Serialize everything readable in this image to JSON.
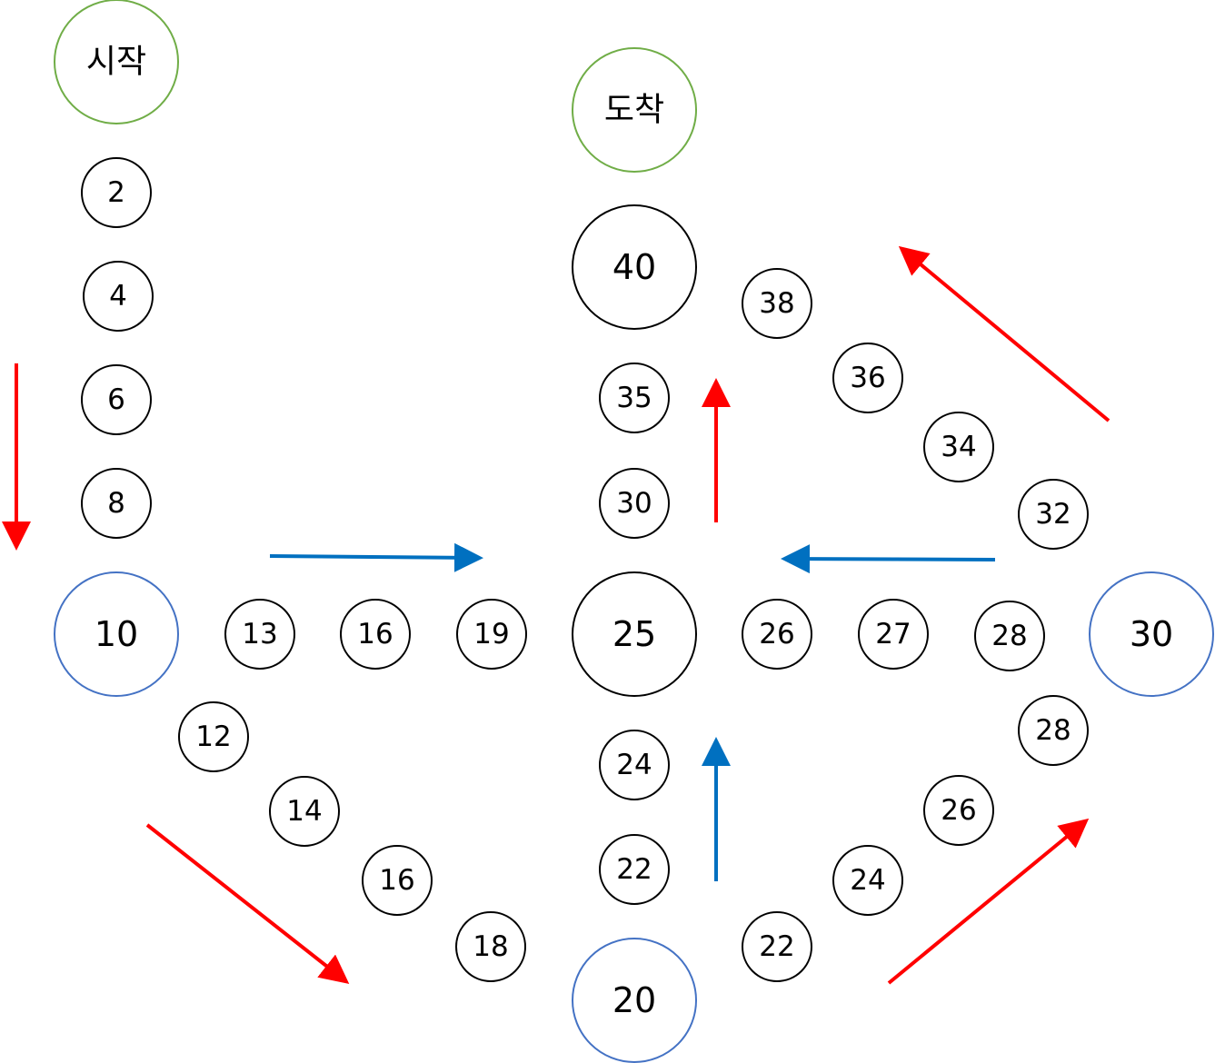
{
  "colors": {
    "node_border": "#000000",
    "start_finish_border": "#70AD47",
    "junction_border": "#4472C4",
    "arrow_red": "#FF0000",
    "arrow_blue": "#0070C0"
  },
  "nodes": [
    {
      "id": "start",
      "label": "시작",
      "kind": "special"
    },
    {
      "id": "n2",
      "label": "2",
      "kind": "small"
    },
    {
      "id": "n4",
      "label": "4",
      "kind": "small"
    },
    {
      "id": "n6",
      "label": "6",
      "kind": "small"
    },
    {
      "id": "n8",
      "label": "8",
      "kind": "small"
    },
    {
      "id": "n10",
      "label": "10",
      "kind": "junction"
    },
    {
      "id": "n12",
      "label": "12",
      "kind": "small"
    },
    {
      "id": "n14",
      "label": "14",
      "kind": "small"
    },
    {
      "id": "n16b",
      "label": "16",
      "kind": "small"
    },
    {
      "id": "n18",
      "label": "18",
      "kind": "small"
    },
    {
      "id": "n20",
      "label": "20",
      "kind": "junction"
    },
    {
      "id": "n22r",
      "label": "22",
      "kind": "small"
    },
    {
      "id": "n24r",
      "label": "24",
      "kind": "small"
    },
    {
      "id": "n26r",
      "label": "26",
      "kind": "small"
    },
    {
      "id": "n28r",
      "label": "28",
      "kind": "small"
    },
    {
      "id": "n30",
      "label": "30",
      "kind": "junction"
    },
    {
      "id": "n32",
      "label": "32",
      "kind": "small"
    },
    {
      "id": "n34",
      "label": "34",
      "kind": "small"
    },
    {
      "id": "n36",
      "label": "36",
      "kind": "small"
    },
    {
      "id": "n38",
      "label": "38",
      "kind": "small"
    },
    {
      "id": "n40",
      "label": "40",
      "kind": "large"
    },
    {
      "id": "finish",
      "label": "도착",
      "kind": "special"
    },
    {
      "id": "n13",
      "label": "13",
      "kind": "small"
    },
    {
      "id": "n16a",
      "label": "16",
      "kind": "small"
    },
    {
      "id": "n19",
      "label": "19",
      "kind": "small"
    },
    {
      "id": "n25",
      "label": "25",
      "kind": "large"
    },
    {
      "id": "n26c",
      "label": "26",
      "kind": "small"
    },
    {
      "id": "n27",
      "label": "27",
      "kind": "small"
    },
    {
      "id": "n28c",
      "label": "28",
      "kind": "small"
    },
    {
      "id": "n22c",
      "label": "22",
      "kind": "small"
    },
    {
      "id": "n24c",
      "label": "24",
      "kind": "small"
    },
    {
      "id": "n30c",
      "label": "30",
      "kind": "small"
    },
    {
      "id": "n35",
      "label": "35",
      "kind": "small"
    }
  ],
  "arrows": [
    {
      "id": "arrow-left-down",
      "color": "red"
    },
    {
      "id": "arrow-diag-down-right",
      "color": "red"
    },
    {
      "id": "arrow-diag-up-right",
      "color": "red"
    },
    {
      "id": "arrow-diag-up-left",
      "color": "red"
    },
    {
      "id": "arrow-center-up-red",
      "color": "red"
    },
    {
      "id": "arrow-center-right-blue",
      "color": "blue"
    },
    {
      "id": "arrow-center-left-blue",
      "color": "blue"
    },
    {
      "id": "arrow-center-up-blue",
      "color": "blue"
    }
  ]
}
